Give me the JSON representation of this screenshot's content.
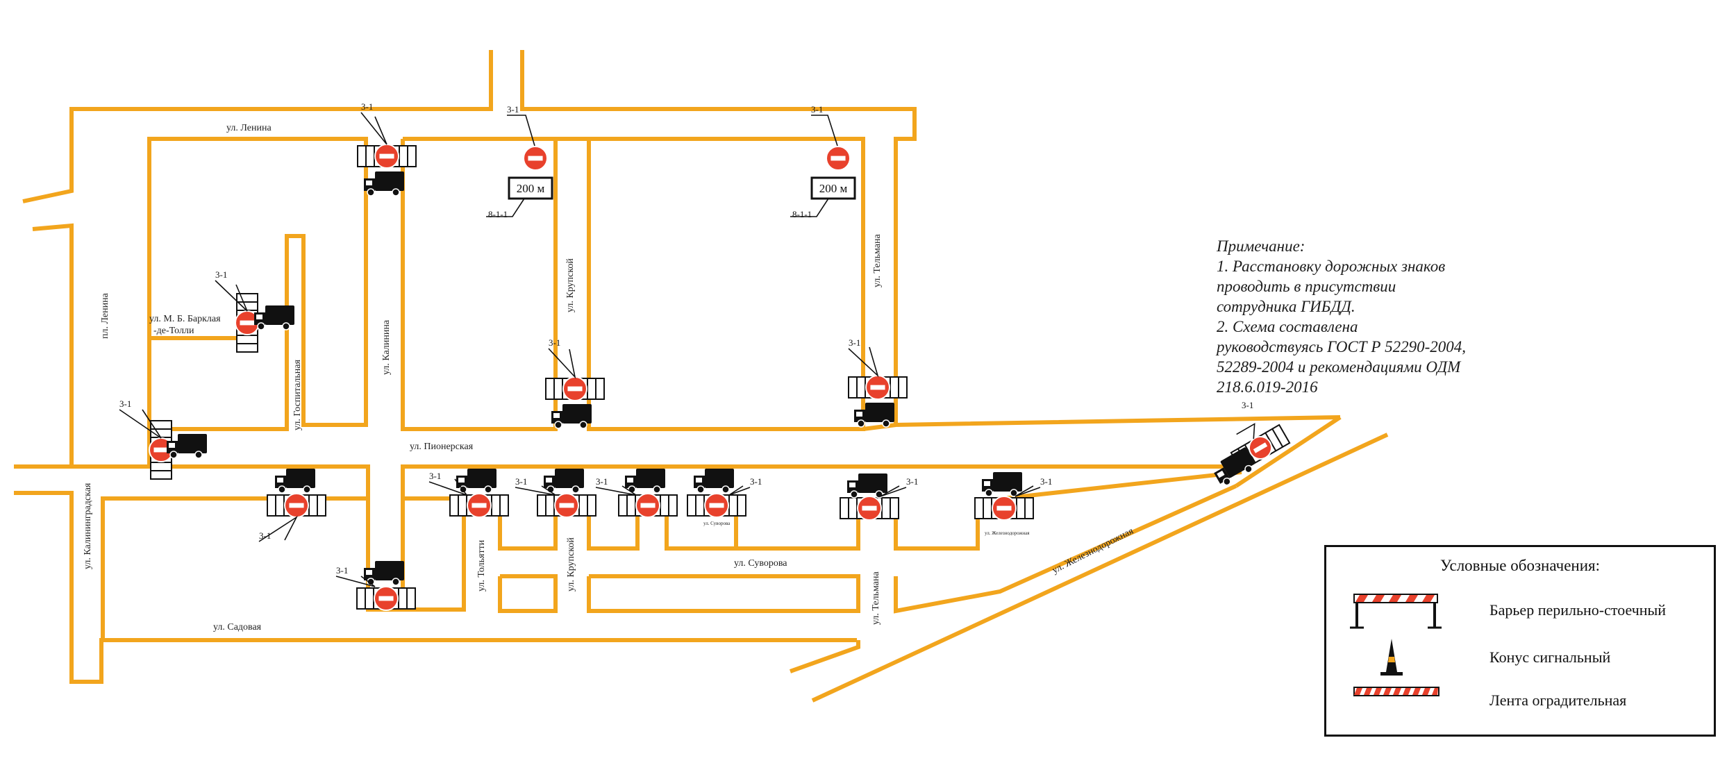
{
  "streets": {
    "lenina": "ул. Ленина",
    "pl_lenina": "пл. Ленина",
    "barklay_1": "ул. М. Б. Барклая",
    "barklay_2": "-де-Толли",
    "gospitalnaya": "ул. Госпитальная",
    "kalinina": "ул. Калинина",
    "krupskoy_top": "ул. Крупской",
    "telmana_top": "ул. Тельмана",
    "pionerskaya": "ул. Пионерская",
    "kaliningradskaya": "ул. Калининградская",
    "tolyatti": "ул. Тольятти",
    "krupskoy_bottom": "ул. Крупской",
    "suvorova": "ул. Суворова",
    "telmana_bottom": "ул. Тельмана",
    "zheleznodorozhnaya": "ул. Железнодорожная",
    "sadovaya": "ул. Садовая",
    "small_suvorova": "ул. Суворова",
    "small_zhd": "ул. Железнодорожная"
  },
  "sign_codes": {
    "no_entry": "3-1",
    "distance_plate": "8-1-1",
    "distance_text": "200 м"
  },
  "note": {
    "title": "Примечание:",
    "lines": [
      "1. Расстановку дорожных знаков",
      "проводить в присутствии",
      "сотрудника ГИБДД.",
      "2. Схема составлена",
      "руководствуясь ГОСТ Р 52290-2004,",
      "52289-2004    и рекомендациями ОДМ",
      "218.6.019-2016"
    ]
  },
  "legend": {
    "title": "Условные обозначения:",
    "items": [
      {
        "label": "Барьер перильно-стоечный",
        "icon": "barrier-icon"
      },
      {
        "label": "Конус сигнальный",
        "icon": "cone-icon"
      },
      {
        "label": "Лента оградительная",
        "icon": "tape-icon"
      }
    ]
  },
  "colors": {
    "road": "#f2a51d",
    "sign_red": "#e8412c",
    "truck": "#111111",
    "legend_stripe": "#e8412c"
  }
}
